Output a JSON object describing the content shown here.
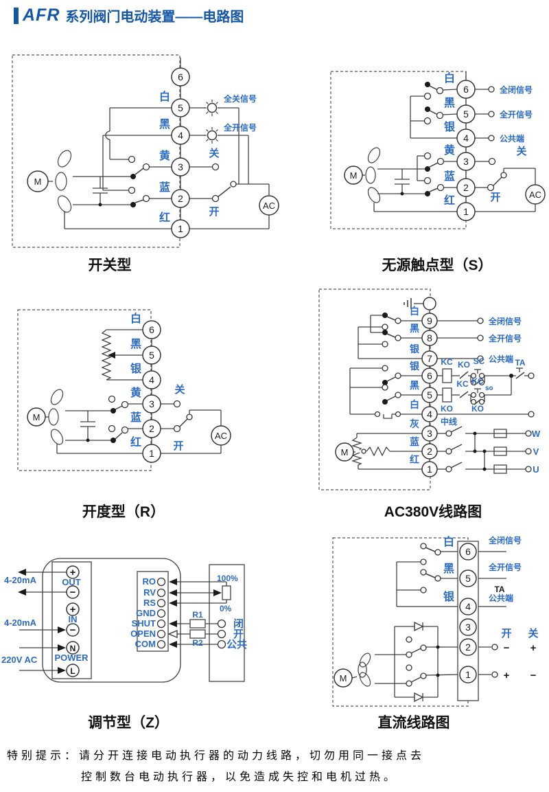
{
  "header": {
    "brand": "AFR",
    "title": "系列阀门电动装置——电路图"
  },
  "d1": {
    "caption": "开关型",
    "t": [
      "6",
      "5",
      "4",
      "3",
      "2",
      "1"
    ],
    "w": [
      "白",
      "黑",
      "黄",
      "蓝",
      "红"
    ],
    "lamp_close": "全关信号",
    "lamp_open": "全开信号",
    "close": "关",
    "open": "开",
    "motor": "M",
    "ac": "AC"
  },
  "d2": {
    "caption": "无源触点型（S）",
    "t": [
      "6",
      "5",
      "4",
      "3",
      "2",
      "1"
    ],
    "w": [
      "白",
      "黑",
      "银",
      "黄",
      "蓝",
      "红"
    ],
    "sig": [
      "全闭信号",
      "全开信号",
      "公共端"
    ],
    "close": "关",
    "open": "开",
    "motor": "M",
    "ac": "AC"
  },
  "d3": {
    "caption": "开度型（R）",
    "t": [
      "6",
      "5",
      "4",
      "3",
      "2",
      "1"
    ],
    "w": [
      "白",
      "黑",
      "银",
      "黄",
      "蓝",
      "红"
    ],
    "close": "关",
    "open": "开",
    "motor": "M",
    "ac": "AC"
  },
  "d4": {
    "caption": "AC380V线路图",
    "t": [
      "9",
      "8",
      "7",
      "6",
      "5",
      "4",
      "3",
      "2",
      "1"
    ],
    "w": [
      "白",
      "黑",
      "银",
      "银",
      "黑",
      "白",
      "灰",
      "蓝",
      "红"
    ],
    "sig": [
      "全闭信号",
      "全开信号",
      "公共端"
    ],
    "kc": "KC",
    "ko": "KO",
    "sc": "SC",
    "ta": "TA",
    "so": "so",
    "neutral": "中线",
    "phases": [
      "W",
      "V",
      "U"
    ],
    "motor": "M"
  },
  "d5": {
    "caption": "调节型（Z）",
    "out_range": "4-20mA",
    "in_range": "4-20mA",
    "supply": "220V  AC",
    "out": "OUT",
    "in": "IN",
    "power": "POWER",
    "plus": "+",
    "minus": "−",
    "n": "N",
    "l": "L",
    "pins": [
      "RO",
      "RV",
      "RS",
      "GND",
      "SHUT",
      "OPEN",
      "COM"
    ],
    "p100": "100%",
    "p0": "0%",
    "r1": "R1",
    "r2": "R2",
    "close": "闭",
    "open": "开",
    "common": "公共"
  },
  "d6": {
    "caption": "直流线路图",
    "t": [
      "6",
      "5",
      "4",
      "3",
      "2",
      "1"
    ],
    "w": [
      "白",
      "黑",
      "银"
    ],
    "sig_closed": "全闭信号",
    "sig_open": "全开信号",
    "ta": "TA",
    "sig_common": "公共端",
    "open": "开",
    "close": "关",
    "plus": "+",
    "minus": "−",
    "motor": "M"
  },
  "note": {
    "prefix": "特别提示：",
    "line1": "请分开连接电动执行器的动力线路，切勿用同一接点去",
    "line2": "控制数台电动执行器，以免造成失控和电机过热。"
  },
  "colors": {
    "accent_blue": "#2b6ac6",
    "title_blue": "#1457a8",
    "line": "#404040"
  }
}
